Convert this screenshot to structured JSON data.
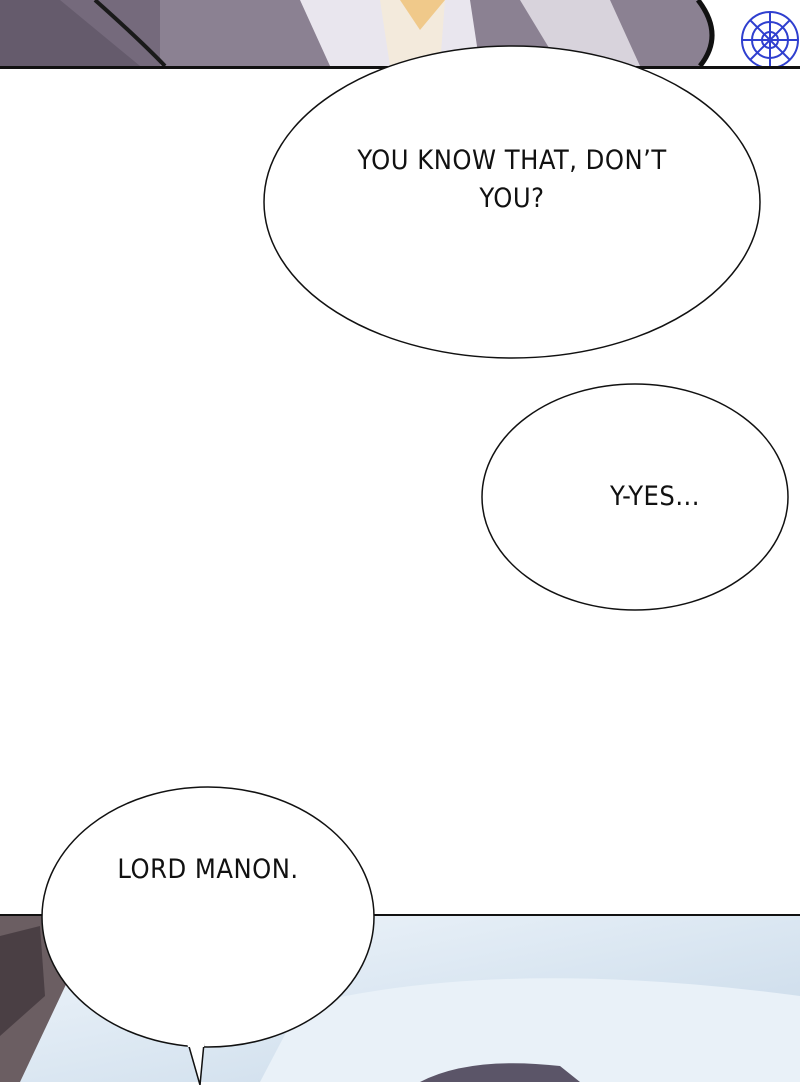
{
  "bubbles": {
    "question": "YOU KNOW THAT, DON’T YOU?",
    "reply": "Y-YES...",
    "address": "LORD MANON."
  },
  "colors": {
    "panel_top": "#8a7f8e",
    "panel_bottom": "#dfe9f2",
    "ornament_blue": "#2f3fcf",
    "outline": "#111111"
  }
}
